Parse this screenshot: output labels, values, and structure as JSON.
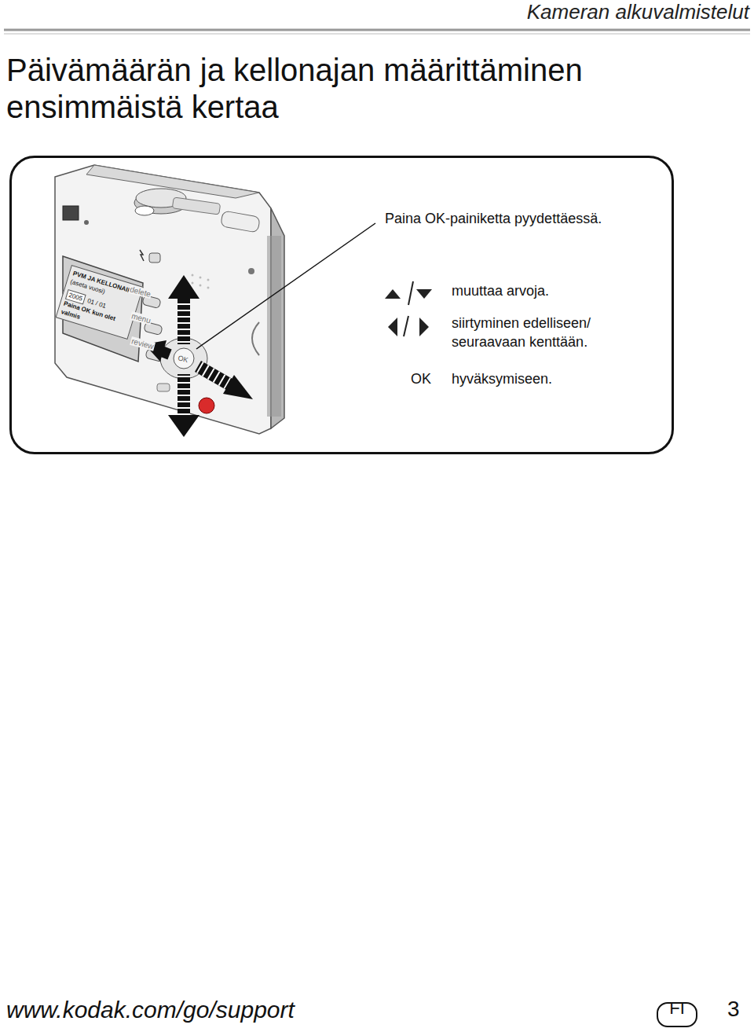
{
  "diagram": {
    "title": "Päivämäärän ja kellonajan määrittäminen ensimmäistä kertaa",
    "nodes": [
      {
        "text": [
          "Paina OK-painiketta pyydettäessä.",
          "muuttaa arvoja.",
          "siirtyminen edelliseen/ seuraavaan kenttään.",
          "OK",
          "hyväksymiseen."
        ]
      },
      {
        "text": [
          "PVM JA KELLONAIKA",
          "(aseta vuosi)",
          "2005",
          "01 / 01",
          "Paina OK kun olet valmis"
        ],
        "in": 0
      },
      {
        "text": [
          "FI"
        ]
      }
    ],
    "labels": [
      "Kameran alkuvalmistelut",
      "delete",
      "menu",
      "review",
      "OK",
      "www.kodak.com/go/support",
      "3"
    ]
  }
}
